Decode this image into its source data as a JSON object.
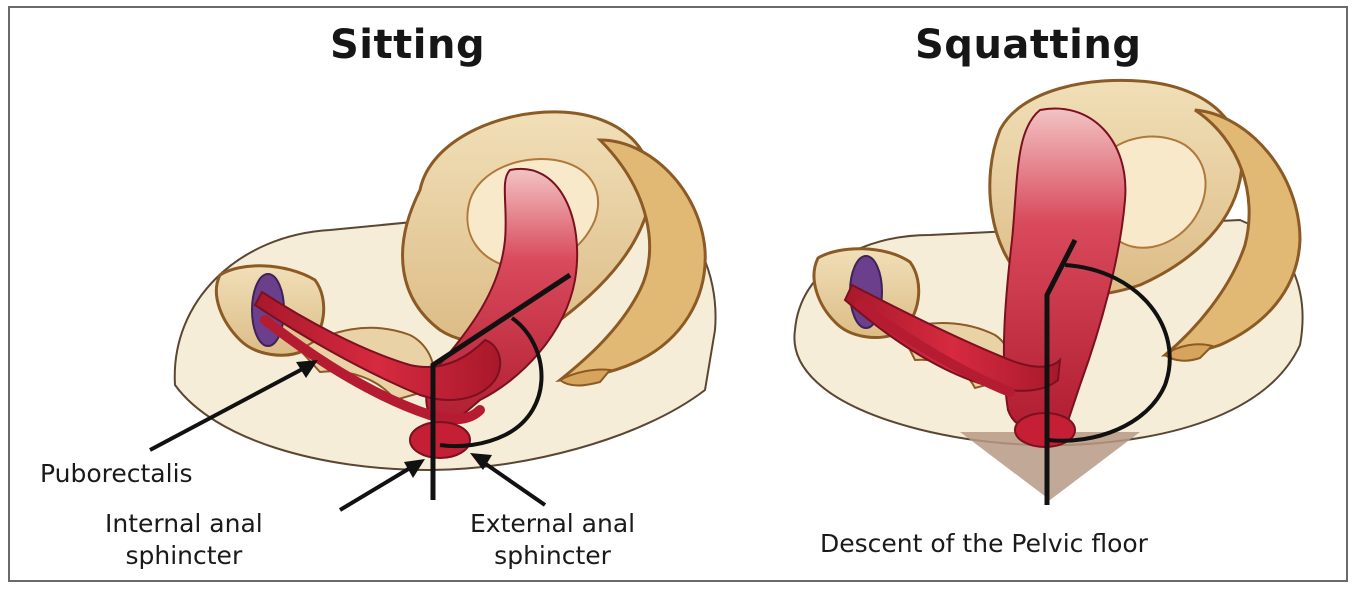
{
  "panels": {
    "sitting": {
      "title": "Sitting"
    },
    "squatting": {
      "title": "Squatting"
    }
  },
  "labels": {
    "puborectalis": "Puborectalis",
    "internal_line1": "Internal anal",
    "internal_line2": "sphincter",
    "external_line1": "External anal",
    "external_line2": "sphincter",
    "descent": "Descent of the Pelvic floor"
  },
  "colors": {
    "bone": "#e9d3a6",
    "bone_shadow": "#b0783a",
    "muscle": "#c41f34",
    "muscle_light": "#e86e7c",
    "rectum_pink": "#e8a4a8",
    "purple": "#6b3f8c",
    "floor_tint": "#b79a85"
  }
}
